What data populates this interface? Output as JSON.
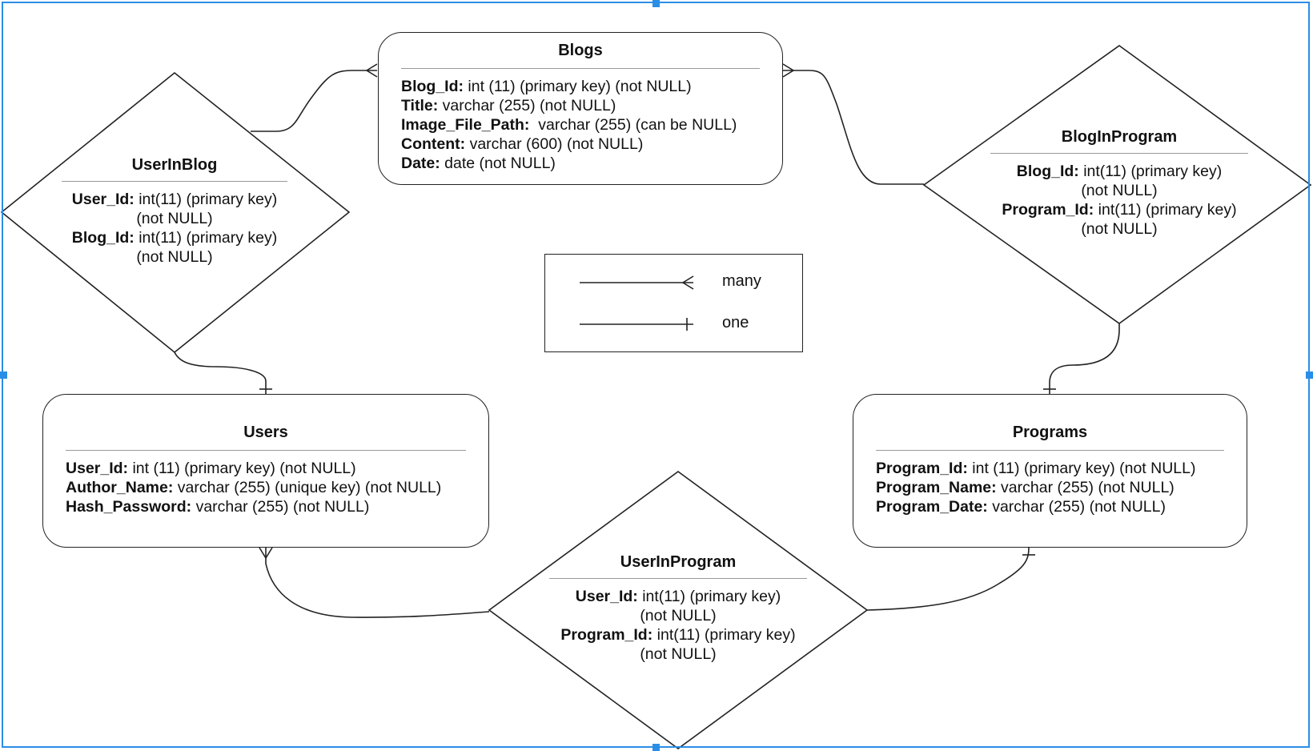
{
  "entities": {
    "blogs": {
      "title": "Blogs",
      "attrs": [
        {
          "name": "Blog_Id:",
          "def": " int (11) (primary key) (not NULL)"
        },
        {
          "name": "Title:",
          "def": " varchar (255) (not NULL)"
        },
        {
          "name": "Image_File_Path:",
          "def": "  varchar (255) (can be NULL)"
        },
        {
          "name": "Content:",
          "def": " varchar (600) (not NULL)"
        },
        {
          "name": "Date:",
          "def": " date (not NULL)"
        }
      ]
    },
    "users": {
      "title": "Users",
      "attrs": [
        {
          "name": "User_Id:",
          "def": " int (11) (primary key) (not NULL)"
        },
        {
          "name": "Author_Name:",
          "def": " varchar (255) (unique key) (not NULL)"
        },
        {
          "name": "Hash_Password:",
          "def": " varchar (255) (not NULL)"
        }
      ]
    },
    "programs": {
      "title": "Programs",
      "attrs": [
        {
          "name": "Program_Id:",
          "def": " int (11) (primary key) (not NULL)"
        },
        {
          "name": "Program_Name:",
          "def": " varchar (255) (not NULL)"
        },
        {
          "name": "Program_Date:",
          "def": " varchar (255) (not NULL)"
        }
      ]
    }
  },
  "relationships": {
    "user_in_blog": {
      "title": "UserInBlog",
      "lines": [
        {
          "name": "User_Id:",
          "def": " int(11) (primary key)"
        },
        {
          "name": "",
          "def": "(not NULL)"
        },
        {
          "name": "Blog_Id:",
          "def": " int(11) (primary key)"
        },
        {
          "name": "",
          "def": "(not NULL)"
        }
      ]
    },
    "blog_in_program": {
      "title": "BlogInProgram",
      "lines": [
        {
          "name": "Blog_Id:",
          "def": " int(11) (primary key)"
        },
        {
          "name": "",
          "def": "(not NULL)"
        },
        {
          "name": "Program_Id:",
          "def": " int(11) (primary key)"
        },
        {
          "name": "",
          "def": "(not NULL)"
        }
      ]
    },
    "user_in_program": {
      "title": "UserInProgram",
      "lines": [
        {
          "name": "User_Id:",
          "def": " int(11) (primary key)"
        },
        {
          "name": "",
          "def": "(not NULL)"
        },
        {
          "name": "Program_Id:",
          "def": " int(11) (primary key)"
        },
        {
          "name": "",
          "def": "(not NULL)"
        }
      ]
    }
  },
  "legend": {
    "many_label": "many",
    "one_label": "one"
  },
  "colors": {
    "selection": "#2a8ee6",
    "stroke": "#222222"
  }
}
